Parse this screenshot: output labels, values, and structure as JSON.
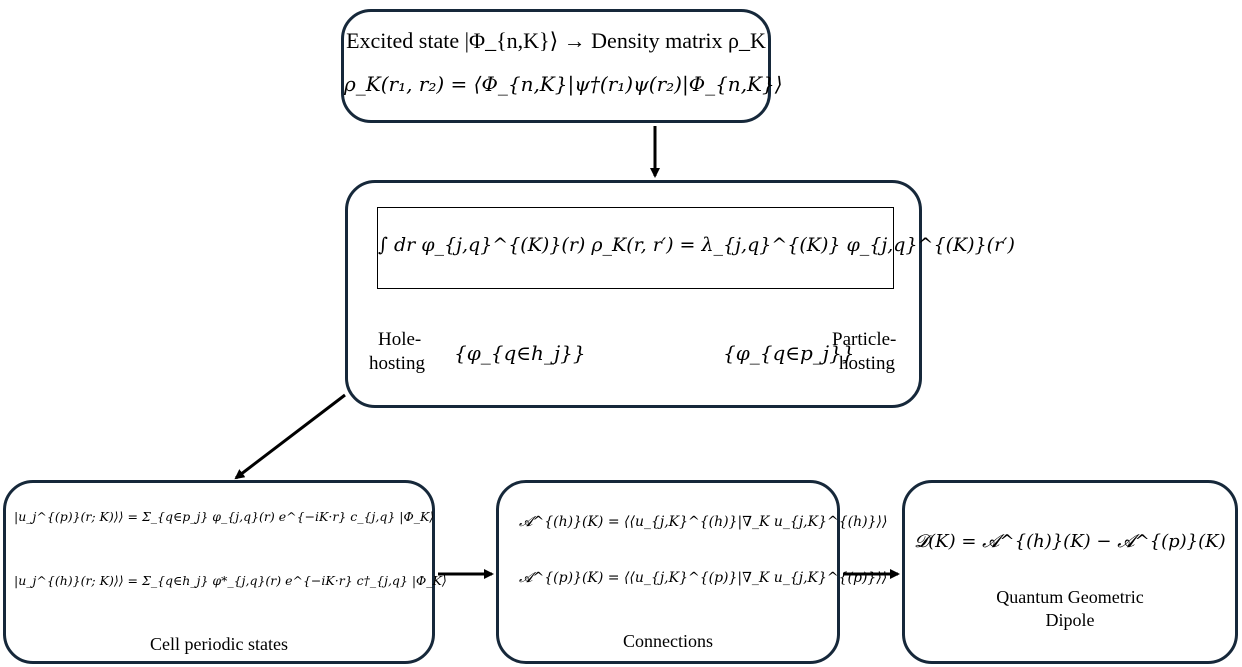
{
  "top_box": {
    "line1": "Excited state |Φ_{n,K}⟩ → Density matrix ρ_K",
    "line2": "ρ_K(r₁, r₂) = ⟨Φ_{n,K}|ψ†(r₁)ψ(r₂)|Φ_{n,K}⟩"
  },
  "middle_box": {
    "equation": "∫ dr φ_{j,q}^{(K)}(r) ρ_K(r, r′) = λ_{j,q}^{(K)} φ_{j,q}^{(K)}(r′)",
    "hole_label_1": "Hole-",
    "hole_label_2": "hosting",
    "hole_set": "{φ_{q∈h_j}}",
    "particle_label_1": "Particle-",
    "particle_label_2": "hosting",
    "particle_set": "{φ_{q∈p_j}}"
  },
  "cell_box": {
    "eq1": "|u_j^{(p)}(r; K)⟩⟩ = Σ_{q∈p_j} φ_{j,q}(r) e^{−iK·r} c_{j,q} |Φ_K⟩",
    "eq2": "|u_j^{(h)}(r; K)⟩⟩ = Σ_{q∈h_j} φ*_{j,q}(r) e^{−iK·r} c†_{j,q} |Φ_K⟩",
    "caption": "Cell periodic states"
  },
  "connections_box": {
    "eq1": "𝓐^{(h)}(K) = ⟨⟨u_{j,K}^{(h)}|∇_K u_{j,K}^{(h)}⟩⟩",
    "eq2": "𝓐^{(p)}(K) = ⟨⟨u_{j,K}^{(p)}|∇_K u_{j,K}^{(p)}⟩⟩",
    "caption": "Connections"
  },
  "dipole_box": {
    "eq": "𝓓(K) = 𝓐^{(h)}(K) − 𝓐^{(p)}(K)",
    "caption_1": "Quantum Geometric",
    "caption_2": "Dipole"
  },
  "colors": {
    "box_border": "#16283a",
    "arrow": "#000000"
  }
}
